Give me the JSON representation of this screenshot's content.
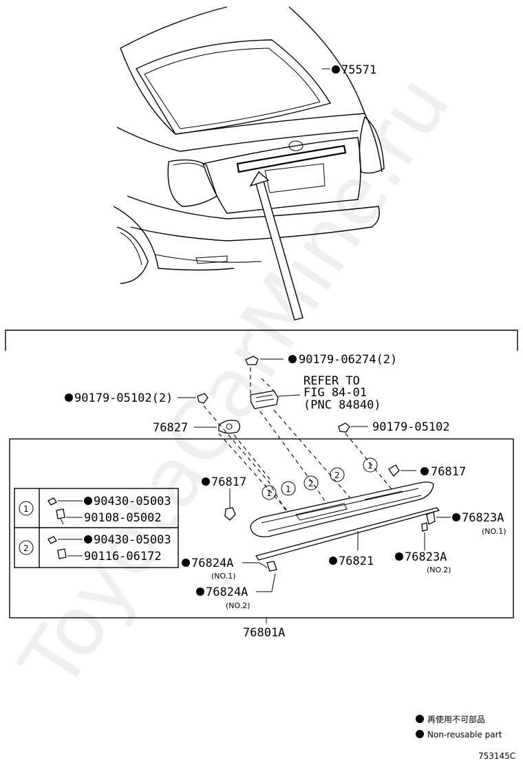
{
  "labels": {
    "p75571": "75571",
    "p90179_06274": "90179-06274(2)",
    "refer1": "REFER TO",
    "refer2": "FIG 84-01",
    "refer3": "(PNC 84840)",
    "p90179_05102_2": "90179-05102(2)",
    "p76827": "76827",
    "p90179_05102": "90179-05102",
    "p76817_left": "76817",
    "p76817_right": "76817",
    "p76823A_1": "76823A",
    "no1_a": "(NO.1)",
    "p76823A_2": "76823A",
    "no2_a": "(NO.2)",
    "p76821": "76821",
    "p76824A_1": "76824A",
    "no1_b": "(NO.1)",
    "p76824A_2": "76824A",
    "no2_b": "(NO.2)",
    "p76801A": "76801A",
    "circ1": "1",
    "circ2": "2",
    "table_row1_num": "1",
    "table_row1_a": "90430-05003",
    "table_row1_b": "90108-05002",
    "table_row2_num": "2",
    "table_row2_a": "90430-05003",
    "table_row2_b": "90116-06172",
    "legend_jp": "再使用不可部品",
    "legend_en": "Non-reusable part",
    "figure_code": "753145C",
    "watermark": "ToyotaCarMine.ru"
  }
}
